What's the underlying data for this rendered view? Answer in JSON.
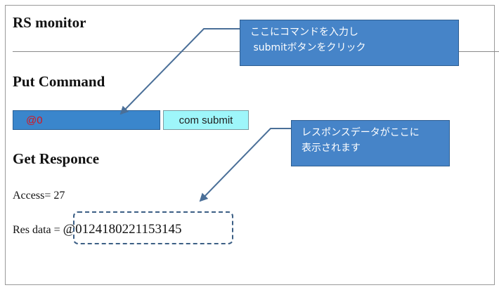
{
  "page": {
    "title": "RS monitor"
  },
  "put_command": {
    "heading": "Put Command",
    "input_value": "@0",
    "submit_label": "com submit"
  },
  "get_response": {
    "heading": "Get Responce",
    "access_label": "Access= 27",
    "res_label": "Res data = ",
    "res_value": "@0124180221153145"
  },
  "annotations": {
    "command_callout": "ここにコマンドを入力し\n submitボタンをクリック",
    "response_callout": "レスポンスデータがここに\n表示されます"
  },
  "colors": {
    "input_bg": "#3a86cc",
    "input_text": "#d8141c",
    "button_bg": "#9ef6fa",
    "callout_bg": "#4684c8",
    "arrow": "#4a6f98"
  }
}
